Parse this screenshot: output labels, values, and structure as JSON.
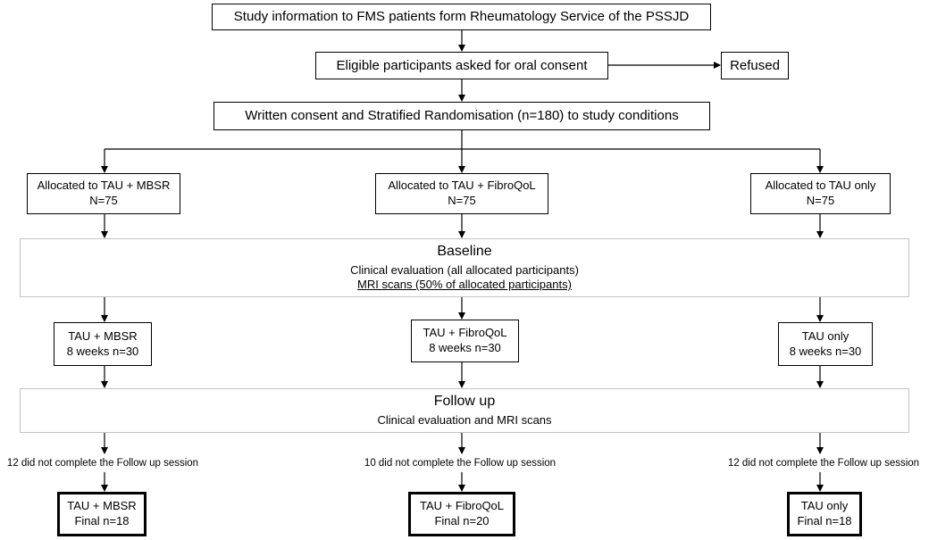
{
  "top": {
    "study_info": "Study information to FMS patients form Rheumatology Service of the PSSJD",
    "eligible": "Eligible participants asked for oral consent",
    "refused": "Refused",
    "written_consent": "Written consent and Stratified Randomisation (n=180) to study conditions"
  },
  "allocation": [
    {
      "line1": "Allocated to TAU + MBSR",
      "line2": "N=75"
    },
    {
      "line1": "Allocated to TAU + FibroQoL",
      "line2": "N=75"
    },
    {
      "line1": "Allocated to TAU only",
      "line2": "N=75"
    }
  ],
  "baseline": {
    "title": "Baseline",
    "line1": "Clinical evaluation (all allocated participants)",
    "line2": "MRI scans (50% of allocated participants)"
  },
  "intervention": [
    {
      "line1": "TAU + MBSR",
      "line2": "8 weeks n=30"
    },
    {
      "line1": "TAU + FibroQoL",
      "line2": "8 weeks n=30"
    },
    {
      "line1": "TAU only",
      "line2": "8 weeks n=30"
    }
  ],
  "followup": {
    "title": "Follow up",
    "line1": "Clinical evaluation and MRI scans"
  },
  "dropout": [
    "12 did not complete the Follow up session",
    "10 did not complete the Follow up session",
    "12 did not complete the Follow up session"
  ],
  "final": [
    {
      "line1": "TAU + MBSR",
      "line2": "Final n=18"
    },
    {
      "line1": "TAU + FibroQoL",
      "line2": "Final n=20"
    },
    {
      "line1": "TAU only",
      "line2": "Final n=18"
    }
  ]
}
